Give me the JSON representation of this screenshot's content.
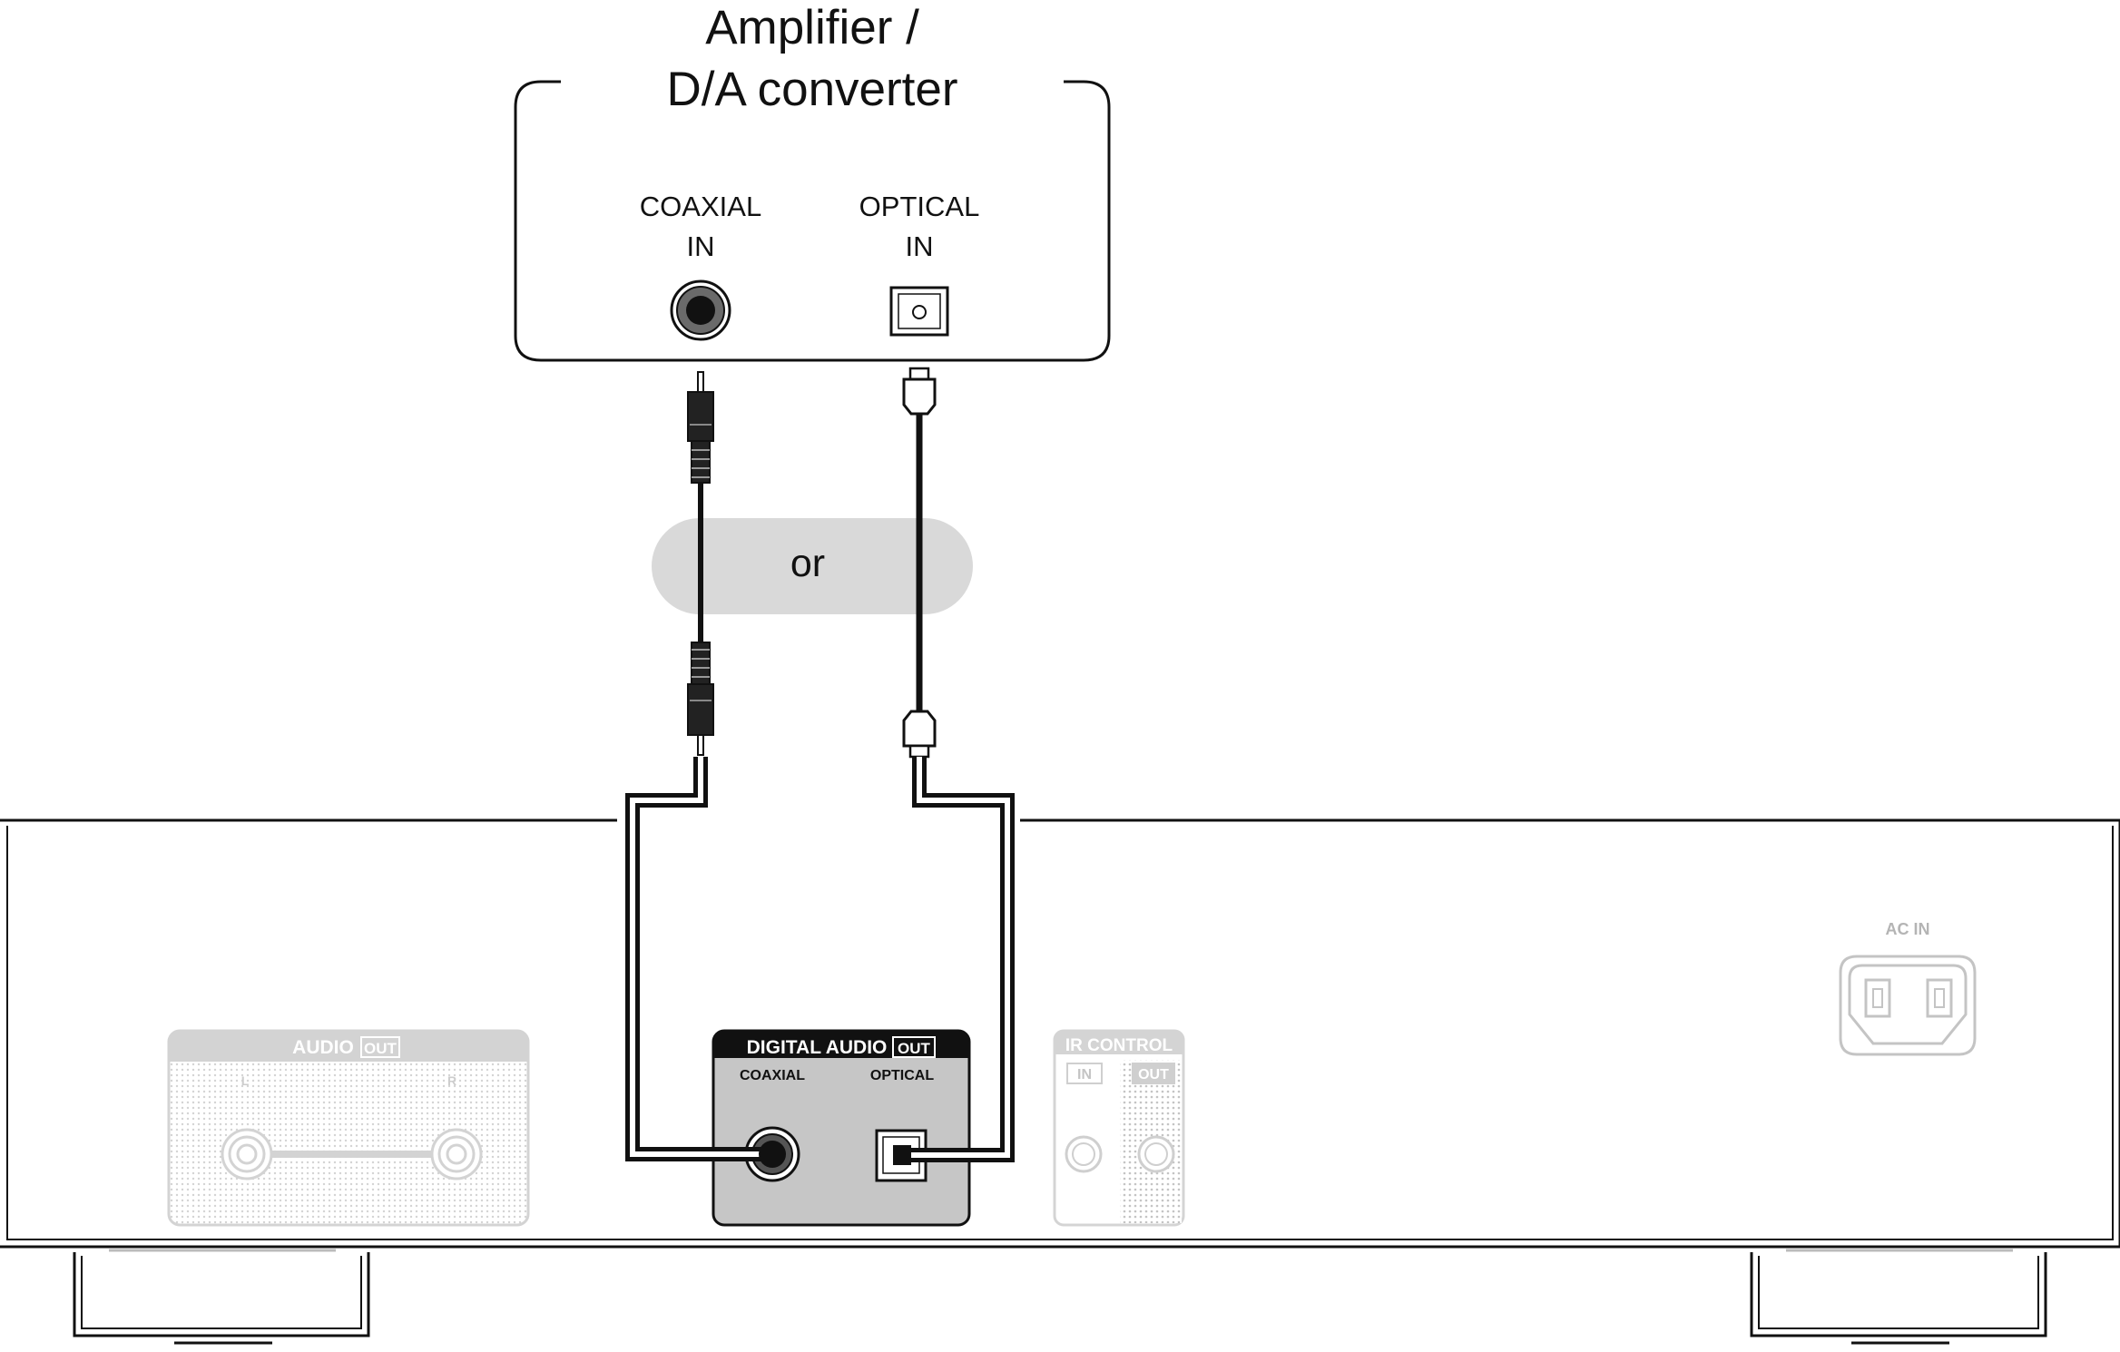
{
  "amplifier": {
    "title_line1": "Amplifier /",
    "title_line2": "D/A converter",
    "coaxial_label_line1": "COAXIAL",
    "coaxial_label_line2": "IN",
    "optical_label_line1": "OPTICAL",
    "optical_label_line2": "IN"
  },
  "or_label": "or",
  "player": {
    "audio_out_panel": {
      "title": "AUDIO",
      "badge": "OUT",
      "left_tag": "L",
      "right_tag": "R"
    },
    "digital_audio_out_panel": {
      "title": "DIGITAL AUDIO",
      "badge": "OUT",
      "coaxial_label": "COAXIAL",
      "optical_label": "OPTICAL"
    },
    "ir_control_panel": {
      "title": "IR CONTROL",
      "in_label": "IN",
      "out_label": "OUT"
    },
    "ac_in_label": "AC IN"
  },
  "colors": {
    "line": "#111111",
    "faded_panel": "#cfcfcf",
    "digital_panel": "#c6c6c6",
    "or_bubble": "#d9d9d9"
  }
}
